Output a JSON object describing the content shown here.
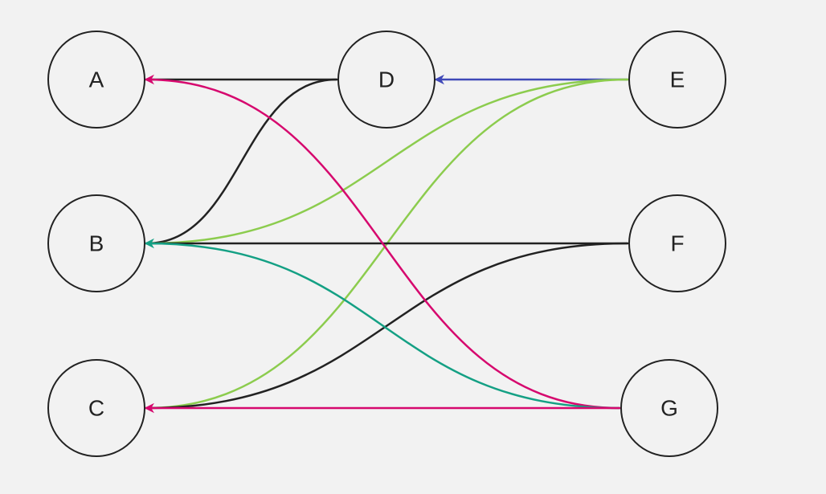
{
  "colors": {
    "background": "#f2f2f2",
    "black": "#222222",
    "magenta": "#d6086e",
    "blue": "#3f48b8",
    "lightgreen": "#8ccc4e",
    "teal": "#14a084"
  },
  "nodes": {
    "A": {
      "label": "A"
    },
    "B": {
      "label": "B"
    },
    "C": {
      "label": "C"
    },
    "D": {
      "label": "D"
    },
    "E": {
      "label": "E"
    },
    "F": {
      "label": "F"
    },
    "G": {
      "label": "G"
    }
  },
  "edges": [
    {
      "from": "D",
      "to": "A",
      "color": "black",
      "arrow": false
    },
    {
      "from": "D",
      "to": "B",
      "color": "black",
      "arrow": false
    },
    {
      "from": "E",
      "to": "D",
      "color": "blue",
      "arrow": true
    },
    {
      "from": "E",
      "to": "B",
      "color": "lightgreen",
      "arrow": false
    },
    {
      "from": "E",
      "to": "C",
      "color": "lightgreen",
      "arrow": false
    },
    {
      "from": "F",
      "to": "B",
      "color": "black",
      "arrow": false
    },
    {
      "from": "F",
      "to": "C",
      "color": "black",
      "arrow": false
    },
    {
      "from": "G",
      "to": "A",
      "color": "magenta",
      "arrow": true
    },
    {
      "from": "G",
      "to": "B",
      "color": "teal",
      "arrow": true
    },
    {
      "from": "G",
      "to": "C",
      "color": "magenta",
      "arrow": true
    }
  ]
}
